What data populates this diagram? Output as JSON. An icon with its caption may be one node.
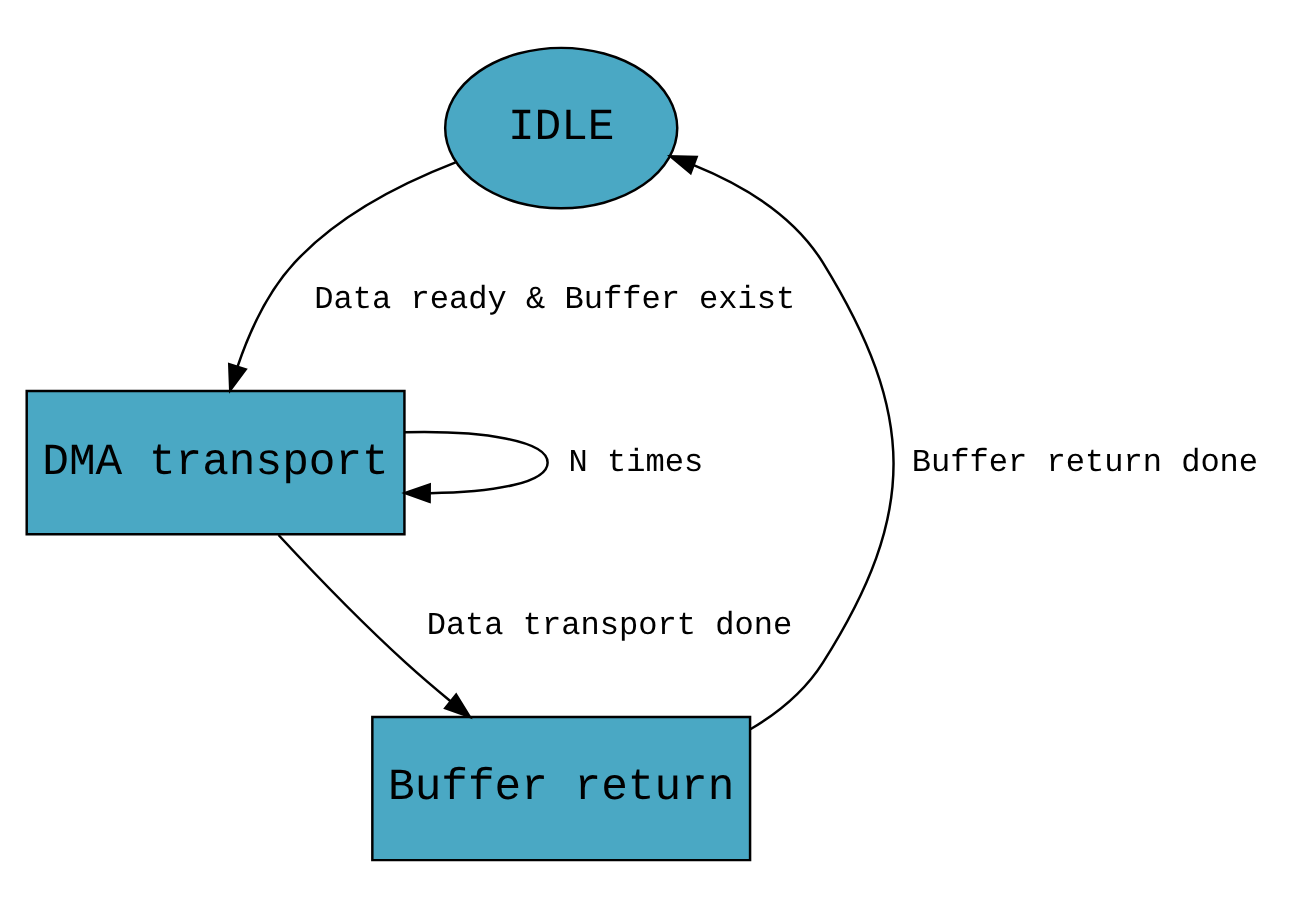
{
  "diagram": {
    "nodes": [
      {
        "text": [
          "IDLE"
        ]
      },
      {
        "text": [
          "DMA transport"
        ]
      },
      {
        "text": [
          "Buffer return"
        ]
      }
    ],
    "edges": [
      {
        "from": 0,
        "to": 1,
        "arrow": "to",
        "label": "Data ready & Buffer exist"
      },
      {
        "from": 1,
        "to": 1,
        "arrow": "to",
        "label": "N times"
      },
      {
        "from": 1,
        "to": 2,
        "arrow": "to",
        "label": "Data transport done"
      },
      {
        "from": 2,
        "to": 0,
        "arrow": "to",
        "label": "Buffer return done"
      }
    ]
  }
}
